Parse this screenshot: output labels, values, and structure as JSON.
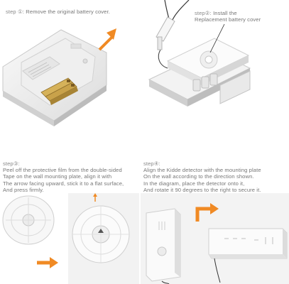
{
  "step1": {
    "label": "step ①",
    "text": ": Remove the original battery cover."
  },
  "step2": {
    "label": "step②",
    "line1": ": Install the",
    "line2": "Replacement battery cover"
  },
  "step3": {
    "label": "step③:",
    "lines": [
      "Peel off the protective film from the double-sided",
      "Tape on the wall mounting plate, align it with",
      "The arrow facing upward, stick it to a flat surface,",
      "And press firmly."
    ]
  },
  "step4": {
    "label": "step④:",
    "lines": [
      "Align the Kidde detector with the mounting plate",
      "On the wall according to the direction shown.",
      "In the diagram, place the detector onto it,",
      "And rotate it 90 degrees to the right to secure it."
    ]
  },
  "colors": {
    "arrow": "#f08a24",
    "device": "#f4f4f4",
    "battery": "#c9a24a",
    "text": "#777777"
  }
}
